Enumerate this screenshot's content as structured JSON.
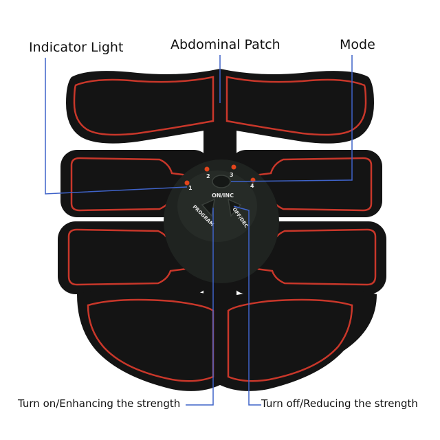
{
  "labels": {
    "indicator_light": "Indicator Light",
    "abdominal_patch": "Abdominal Patch",
    "mode": "Mode",
    "turn_on": "Turn on/Enhancing the strength",
    "turn_off": "Turn off/Reducing the strength"
  },
  "device": {
    "led_numbers": [
      "1",
      "2",
      "3",
      "4"
    ],
    "on_inc": "ON/INC",
    "program": "PROGRAM",
    "off_dec": "OFF/DEC"
  },
  "colors": {
    "pad": "#141414",
    "outline": "#c9372a",
    "controller": "#1f2320",
    "leader_line": "#3f63c9",
    "led": "#e2451c"
  }
}
